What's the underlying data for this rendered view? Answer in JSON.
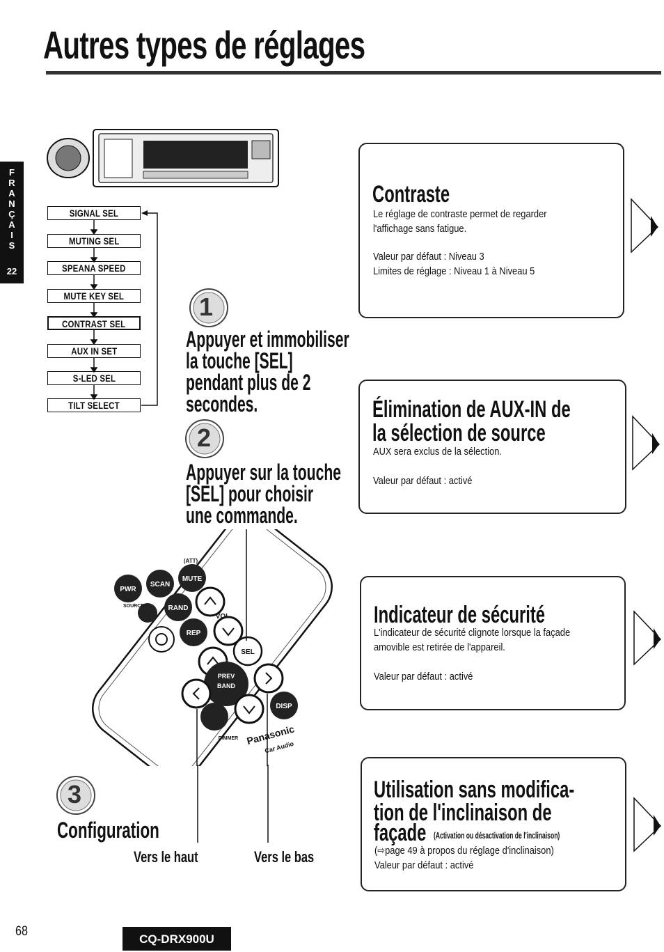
{
  "header": {
    "title": "Autres types de réglages"
  },
  "language_tab": {
    "letters": "F R A N Ç A I S",
    "number": "22"
  },
  "menu": {
    "items": [
      "SIGNAL SEL",
      "MUTING SEL",
      "SPEANA SPEED",
      "MUTE KEY SEL",
      "CONTRAST SEL",
      "AUX IN SET",
      "S-LED SEL",
      "TILT SELECT"
    ]
  },
  "steps": {
    "step1_number": "1",
    "step1_line1": "Appuyer et immobiliser",
    "step1_line2": "la touche [SEL]",
    "step1_line3": "pendant plus de 2",
    "step1_line4": "secondes.",
    "step2_number": "2",
    "step2_line1": "Appuyer sur la touche",
    "step2_line2": "[SEL] pour choisir",
    "step2_line3": "une commande.",
    "step3_number": "3",
    "step3_title": "Configuration",
    "up_label": "Vers le haut",
    "down_label": "Vers le bas"
  },
  "remote": {
    "pwr": "PWR",
    "scan": "SCAN",
    "mute": "MUTE",
    "source": "SOURCE",
    "rand": "RAND",
    "vol": "VOL",
    "rep": "REP",
    "sel": "SEL",
    "prev": "PREV",
    "band": "BAND",
    "disp": "DISP",
    "dimmer": "DIMMER",
    "brand": "Panasonic",
    "brand_sub": "Car Audio",
    "att": "(ATT)"
  },
  "panels": {
    "contrast": {
      "title": "Contraste",
      "line1": "Le réglage de contraste permet de regarder",
      "line2": "l'affichage sans fatigue.",
      "line3": "Valeur par défaut : Niveau 3",
      "line4": "Limites de réglage : Niveau 1 à Niveau 5"
    },
    "aux": {
      "title1": "Élimination de AUX-IN de",
      "title2": "la sélection de source",
      "line1": "AUX sera exclus de la sélection.",
      "line2": "Valeur par défaut : activé"
    },
    "security": {
      "title": "Indicateur de sécurité",
      "line1": "L'indicateur de sécurité clignote lorsque la façade",
      "line2": "amovible est retirée de l'appareil.",
      "line3": "Valeur par défaut : activé"
    },
    "tilt": {
      "title1": "Utilisation sans modifica-",
      "title2": "tion de l'inclinaison de",
      "title3": "façade",
      "title3_small": "(Activation ou désactivation de l'inclinaison)",
      "line1": "(⇨page 49 à propos du réglage d'inclinaison)",
      "line2": "Valeur par défaut : activé"
    }
  },
  "footer": {
    "page": "68",
    "model": "CQ-DRX900U"
  }
}
